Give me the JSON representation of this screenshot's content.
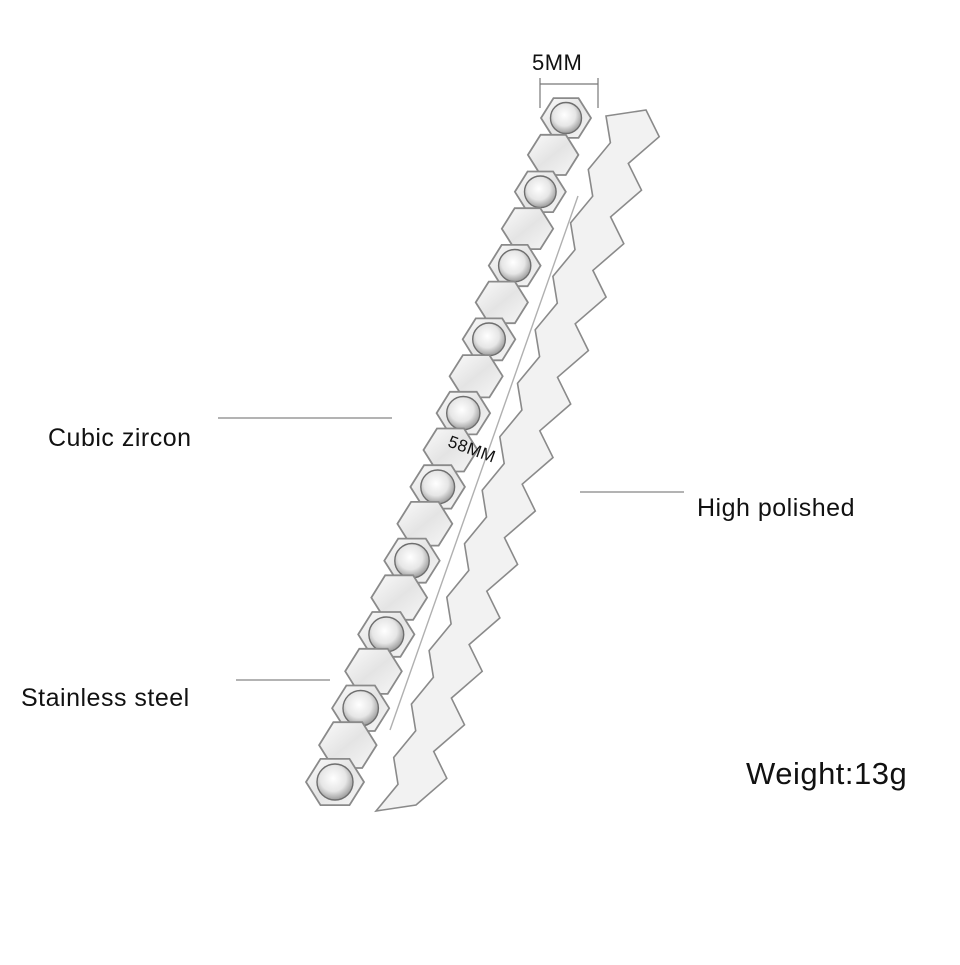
{
  "product": {
    "callouts": {
      "cubic_zircon": "Cubic zircon",
      "high_polished": "High polished",
      "stainless_steel": "Stainless steel"
    },
    "dimensions": {
      "width": "5MM",
      "diameter": "58MM"
    },
    "weight": "Weight:13g"
  },
  "colors": {
    "metal_light": "#f2f2f2",
    "metal_mid": "#d6d6d6",
    "metal_edge": "#8a8a8a",
    "leader_line": "#9a9a9a",
    "text": "#111111"
  }
}
